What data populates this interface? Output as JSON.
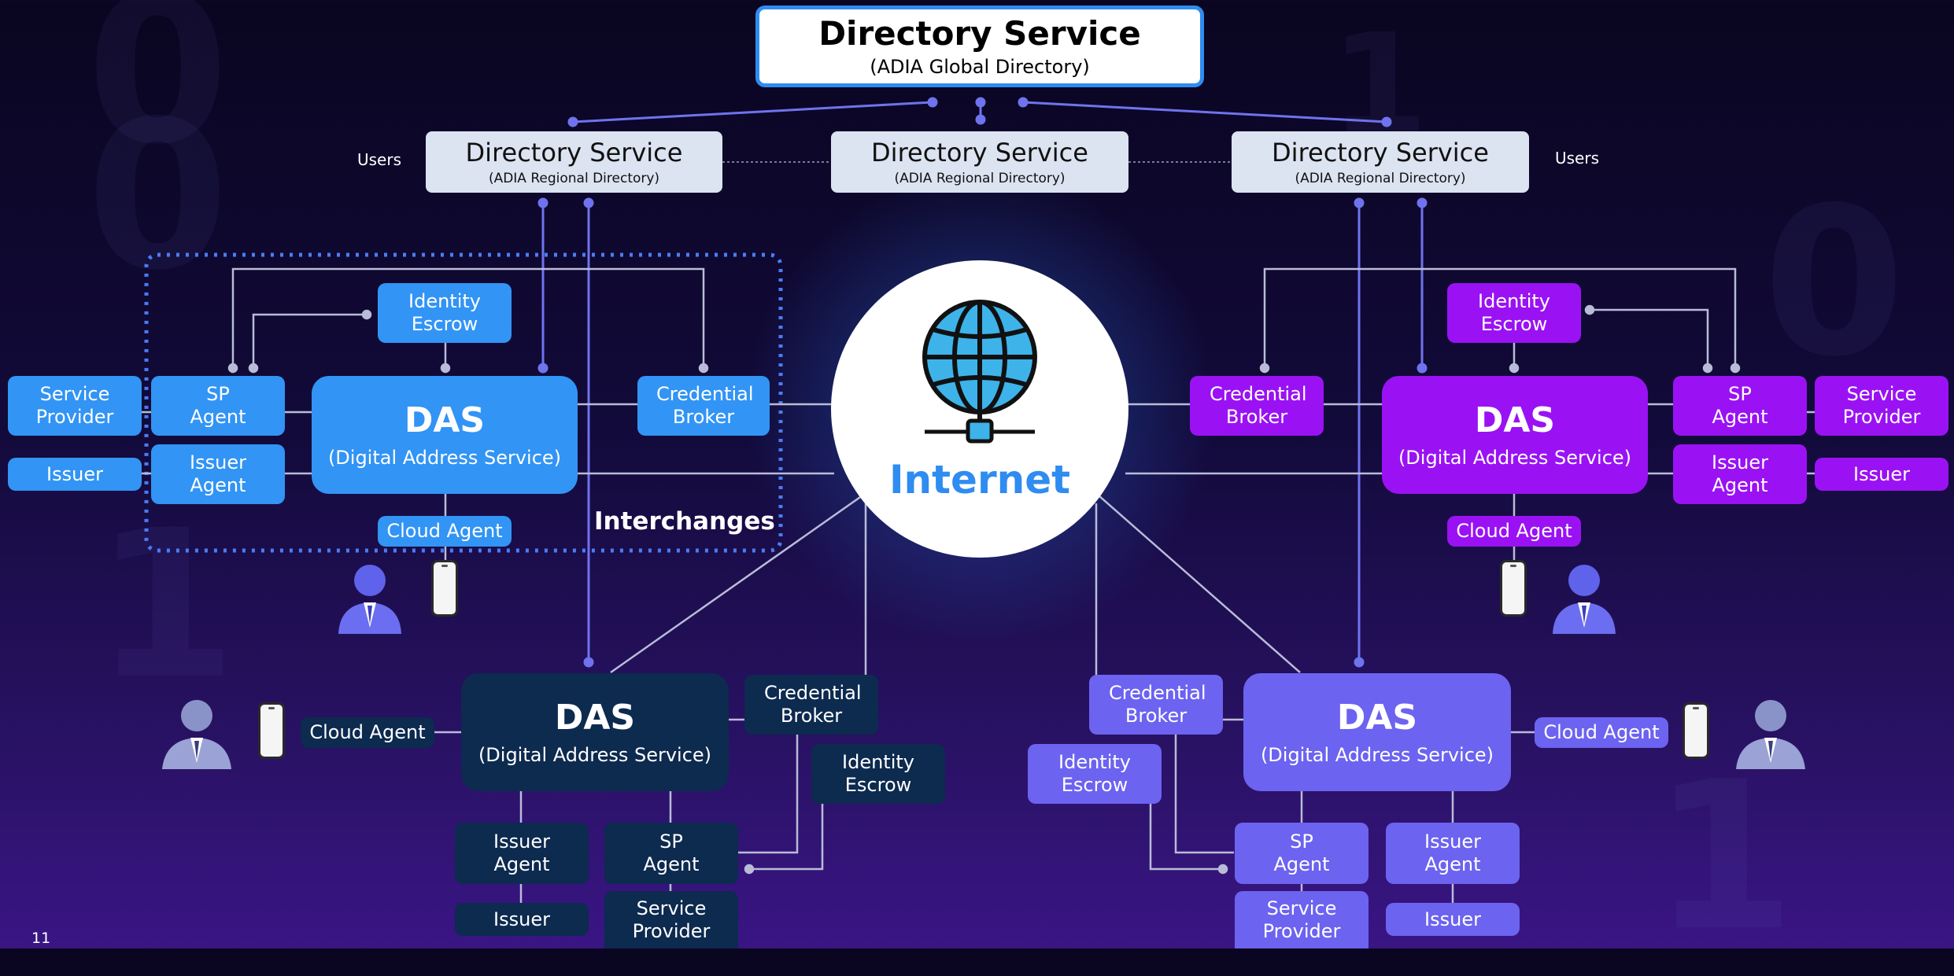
{
  "top": {
    "title": "Directory Service",
    "subtitle": "(ADIA Global Directory)"
  },
  "regional": [
    {
      "title": "Directory Service",
      "subtitle": "(ADIA Regional Directory)"
    },
    {
      "title": "Directory Service",
      "subtitle": "(ADIA Regional Directory)"
    },
    {
      "title": "Directory Service",
      "subtitle": "(ADIA Regional Directory)"
    }
  ],
  "users_left": "Users",
  "users_right": "Users",
  "internet": "Internet",
  "interchanges": "Interchanges",
  "das": {
    "title": "DAS",
    "subtitle": "(Digital Address Service)"
  },
  "labels": {
    "identity_escrow": "Identity Escrow",
    "credential_broker": "Credential Broker",
    "sp_agent": "SP Agent",
    "service_provider": "Service Provider",
    "issuer": "Issuer",
    "issuer_agent": "Issuer Agent",
    "cloud_agent": "Cloud Agent"
  },
  "page_number": "11",
  "colors": {
    "blue": "#3294f4",
    "purple": "#9a12f3",
    "navy": "#0d2a4f",
    "violet": "#6c63f0",
    "directory": "#dce3f1"
  },
  "icons": {
    "internet": "globe-network-icon",
    "user": "person-icon",
    "device": "phone-icon"
  }
}
